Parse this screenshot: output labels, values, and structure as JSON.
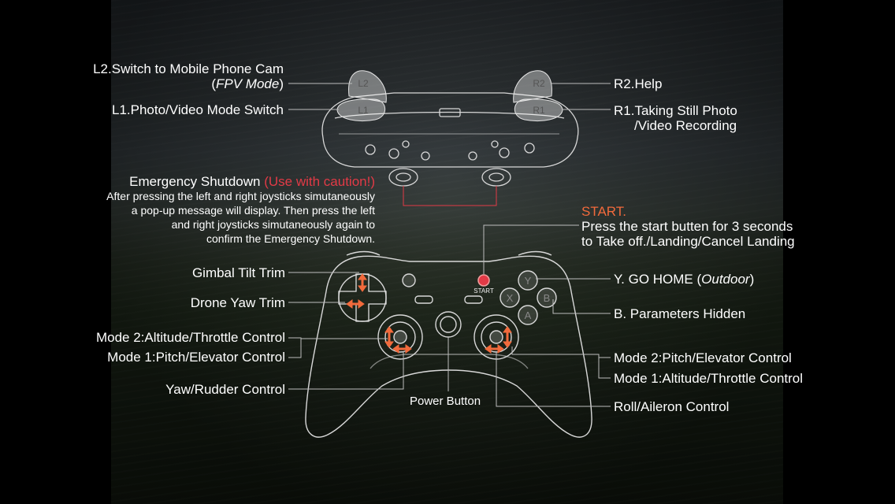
{
  "labels": {
    "l2_line1": "L2.Switch to Mobile Phone Cam",
    "l2_paren_open": "(",
    "l2_mode": "FPV Mode",
    "l2_paren_close": ")",
    "l1": "L1.Photo/Video Mode Switch",
    "r2": "R2.Help",
    "r1_line1": "R1.Taking Still Photo",
    "r1_line2": "/Video Recording",
    "emergency_title": "Emergency Shutdown ",
    "emergency_caution": "(Use with caution!)",
    "emergency_desc1": "After pressing the left and right joysticks simutaneously",
    "emergency_desc2": "a pop-up message will display. Then press the left",
    "emergency_desc3": "and right joysticks simutaneously again to",
    "emergency_desc4": "confirm the Emergency Shutdown.",
    "start_title": "START.",
    "start_line1": "Press the start butten for 3 seconds",
    "start_line2": "to Take off./Landing/Cancel Landing",
    "gimbal": "Gimbal Tilt Trim",
    "yaw_trim": "Drone Yaw Trim",
    "mode2_alt": "Mode  2:Altitude/Throttle Control",
    "mode1_pitch": "Mode  1:Pitch/Elevator Control",
    "yaw_rudder": "Yaw/Rudder Control",
    "power": "Power Button",
    "y_home_prefix": "Y. GO HOME (",
    "y_home_outdoor": "Outdoor",
    "y_home_suffix": ")",
    "b_params": "B. Parameters Hidden",
    "mode2_pitch": "Mode 2:Pitch/Elevator Control",
    "mode1_alt": "Mode 1:Altitude/Throttle Control",
    "roll": "Roll/Aileron Control"
  },
  "controller_glyphs": {
    "l2": "L2",
    "l1": "L1",
    "r2": "R2",
    "r1": "R1",
    "start": "START",
    "y": "Y",
    "x": "X",
    "b": "B",
    "a": "A"
  },
  "colors": {
    "accent_red": "#e23a46",
    "accent_orange": "#f26a3c",
    "line": "#cfcfcf"
  }
}
